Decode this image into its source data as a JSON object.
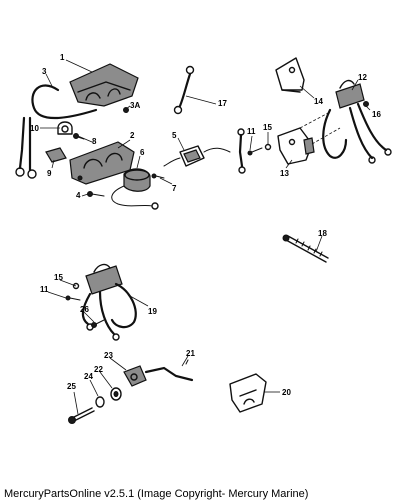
{
  "caption": "MercuryPartsOnline v2.5.1 (Image Copyright- Mercury Marine)",
  "callouts": [
    {
      "id": "1",
      "label": "1"
    },
    {
      "id": "2",
      "label": "2"
    },
    {
      "id": "3",
      "label": "3"
    },
    {
      "id": "3A",
      "label": "3A"
    },
    {
      "id": "4",
      "label": "4"
    },
    {
      "id": "5",
      "label": "5"
    },
    {
      "id": "6",
      "label": "6"
    },
    {
      "id": "7",
      "label": "7"
    },
    {
      "id": "8",
      "label": "8"
    },
    {
      "id": "9",
      "label": "9"
    },
    {
      "id": "10",
      "label": "10"
    },
    {
      "id": "11a",
      "label": "11"
    },
    {
      "id": "11b",
      "label": "11"
    },
    {
      "id": "12",
      "label": "12"
    },
    {
      "id": "13",
      "label": "13"
    },
    {
      "id": "14",
      "label": "14"
    },
    {
      "id": "15a",
      "label": "15"
    },
    {
      "id": "15b",
      "label": "15"
    },
    {
      "id": "16",
      "label": "16"
    },
    {
      "id": "17",
      "label": "17"
    },
    {
      "id": "18",
      "label": "18"
    },
    {
      "id": "19",
      "label": "19"
    },
    {
      "id": "20",
      "label": "20"
    },
    {
      "id": "21",
      "label": "21"
    },
    {
      "id": "22",
      "label": "22"
    },
    {
      "id": "23",
      "label": "23"
    },
    {
      "id": "24",
      "label": "24"
    },
    {
      "id": "25",
      "label": "25"
    },
    {
      "id": "26",
      "label": "26"
    }
  ]
}
